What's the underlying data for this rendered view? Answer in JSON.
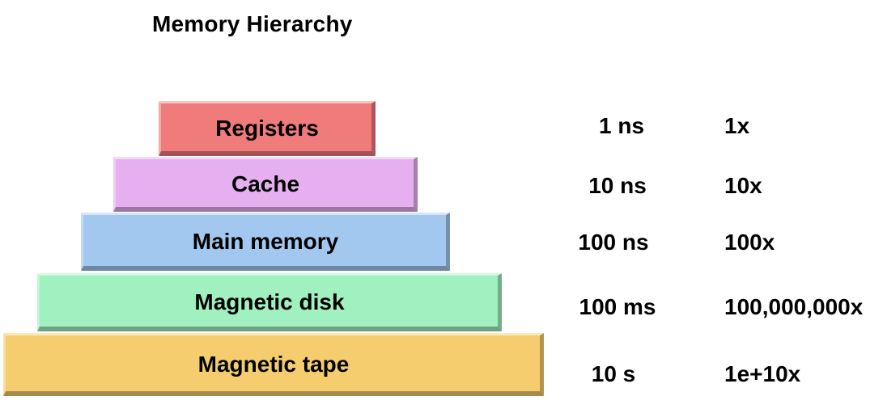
{
  "title": "Memory Hierarchy",
  "levels": [
    {
      "label": "Registers",
      "color": "#f07b7b",
      "time": "1 ns",
      "factor": "1x"
    },
    {
      "label": "Cache",
      "color": "#e6b0f0",
      "time": "10 ns",
      "factor": "10x"
    },
    {
      "label": "Main memory",
      "color": "#a3c8f0",
      "time": "100 ns",
      "factor": "100x"
    },
    {
      "label": "Magnetic disk",
      "color": "#a0f0c0",
      "time": "100 ms",
      "factor": "100,000,000x"
    },
    {
      "label": "Magnetic tape",
      "color": "#f5cd6e",
      "time": "10 s",
      "factor": "1e+10x"
    }
  ]
}
